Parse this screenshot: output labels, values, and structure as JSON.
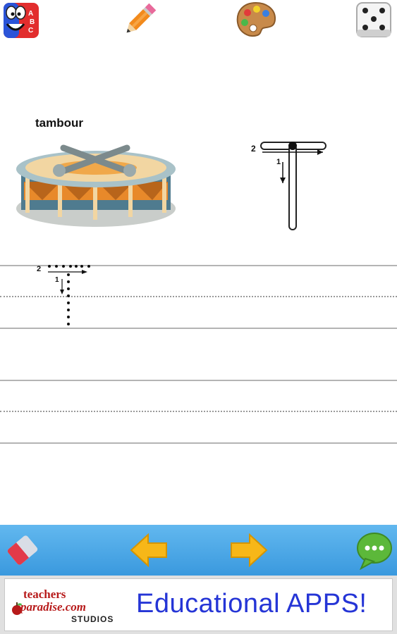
{
  "toolbar": {
    "items": [
      {
        "name": "abc-character-icon"
      },
      {
        "name": "pencil-icon"
      },
      {
        "name": "paint-palette-icon"
      },
      {
        "name": "dice-icon"
      }
    ]
  },
  "lesson": {
    "word": "tambour",
    "letter": "T",
    "stroke_numbers": [
      "1",
      "2"
    ]
  },
  "bottom_bar": {
    "items": [
      "eraser-icon",
      "arrow-left-icon",
      "arrow-right-icon",
      "chat-bubble-icon"
    ]
  },
  "ad": {
    "brand_line1": "teachers",
    "brand_line2": "paradise.com",
    "brand_line3": "STUDIOS",
    "tagline": "Educational APPS!"
  },
  "colors": {
    "bottom_bar": "#4aa8e8",
    "arrow": "#f7b718",
    "chat": "#5cb83a",
    "tagline": "#2535d6"
  }
}
